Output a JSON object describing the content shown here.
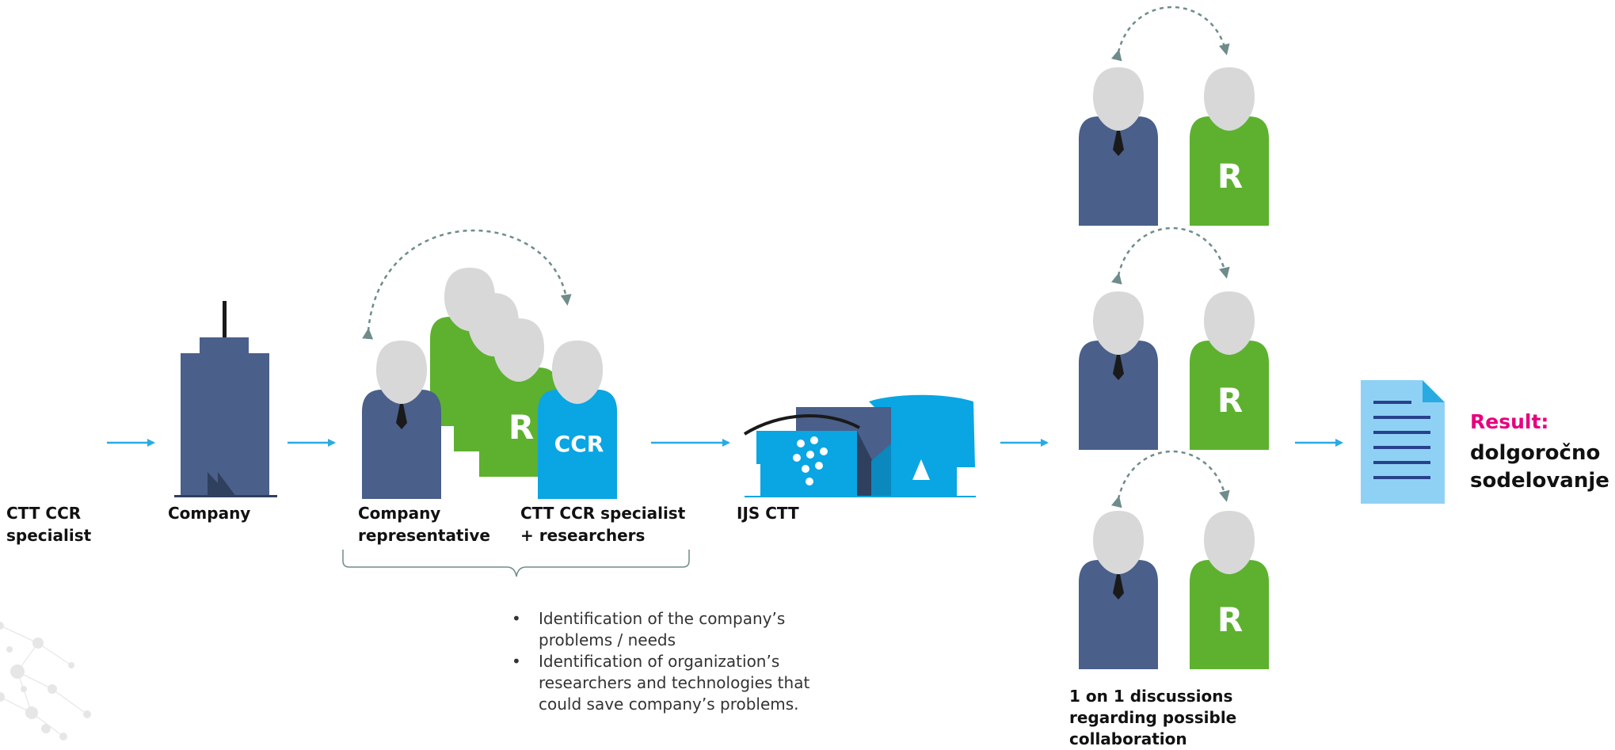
{
  "steps": {
    "step1": {
      "line1": "CTT CCR",
      "line2": "specialist"
    },
    "step2": {
      "line1": "Company"
    },
    "step3a": {
      "line1": "Company",
      "line2": "representative"
    },
    "step3b": {
      "line1": "CTT CCR specialist",
      "line2": "+ researchers"
    },
    "step4": {
      "line1": "IJS CTT"
    },
    "step5": {
      "line1": "1 on 1 discussions",
      "line2": "regarding possible",
      "line3": "collaboration"
    }
  },
  "icon_letters": {
    "researcher": "R",
    "ccr": "CCR"
  },
  "notes": [
    {
      "line1": "Identification of the company’s",
      "line2": "problems / needs"
    },
    {
      "line1": "Identification of organization’s",
      "line2": "researchers and technologies that",
      "line3": "could save company’s problems."
    }
  ],
  "result": {
    "label": "Result:",
    "line1": "dolgoročno",
    "line2": "sodelovanje"
  },
  "colors": {
    "flow_arrow": "#29abe2",
    "business_person": "#4a5f8a",
    "researcher": "#5db12f",
    "ccr_person": "#0aa5e3",
    "head": "#d8d8d8",
    "building": "#4a5f8a",
    "document": "#8fd1f5",
    "curved_arrow": "#6e8c8a",
    "accent": "#e6007e"
  }
}
